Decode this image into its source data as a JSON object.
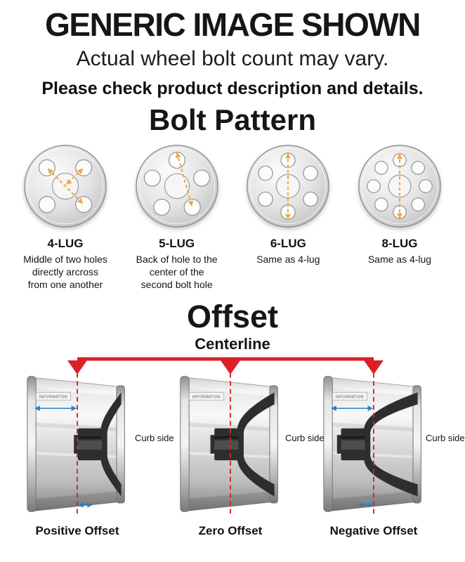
{
  "header": {
    "title": "GENERIC IMAGE SHOWN",
    "subtitle": "Actual wheel bolt count may vary.",
    "note": "Please check product description and details."
  },
  "bolt_pattern": {
    "title": "Bolt Pattern",
    "items": [
      {
        "label": "4-LUG",
        "description": "Middle of two holes directly arcross from one another"
      },
      {
        "label": "5-LUG",
        "description": "Back of hole to the center of the second bolt hole"
      },
      {
        "label": "6-LUG",
        "description": "Same as 4-lug"
      },
      {
        "label": "8-LUG",
        "description": "Same as 4-lug"
      }
    ]
  },
  "offset": {
    "title": "Offset",
    "centerline_label": "Centerline",
    "curb_side_label": "Curb side",
    "watermark": "INFORMATION",
    "variants": [
      {
        "label": "Positive Offset"
      },
      {
        "label": "Zero Offset"
      },
      {
        "label": "Negative Offset"
      }
    ]
  },
  "colors": {
    "centerline_red": "#da2128",
    "measure_blue": "#2e7dc0",
    "pattern_orange": "#f0a73e",
    "spoke_dark": "#2e2e2e"
  }
}
